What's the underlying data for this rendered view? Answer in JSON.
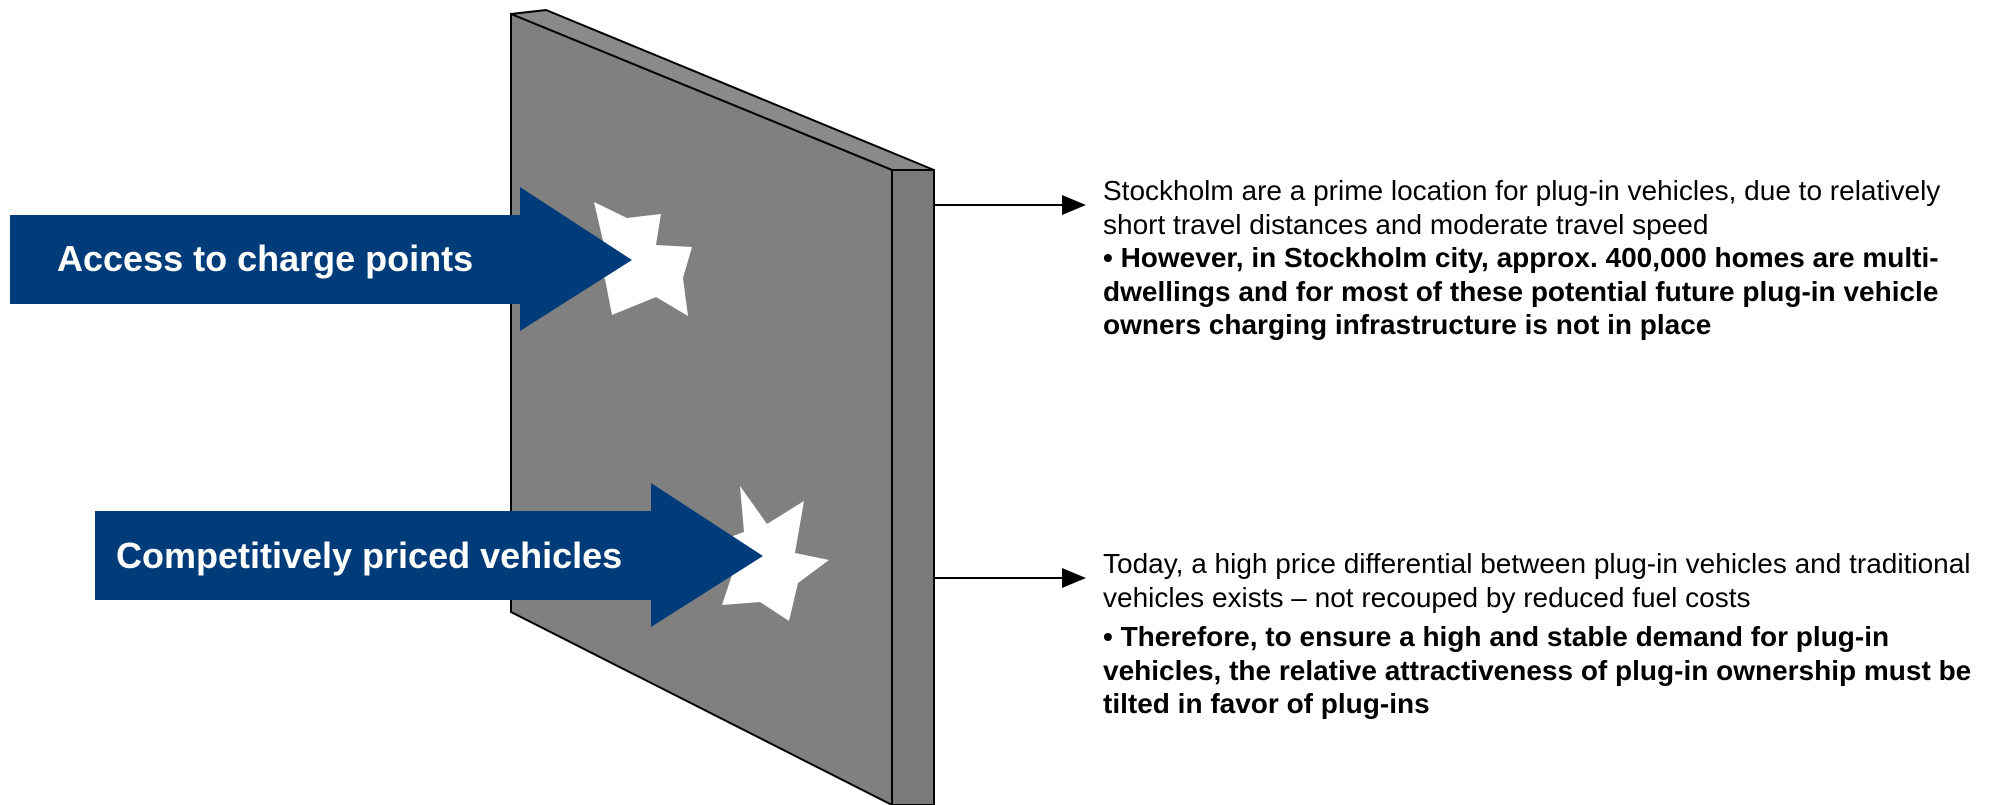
{
  "colors": {
    "wall_front": "#808080",
    "wall_side": "#7a7a7a",
    "wall_top": "#8a8a8a",
    "arrow_fill": "#003b7a",
    "star_fill": "#ffffff",
    "outline": "#000000",
    "text": "#000000"
  },
  "arrows": [
    {
      "label": "Access to charge points"
    },
    {
      "label": "Competitively priced vehicles"
    }
  ],
  "notes": [
    {
      "intro": "Stockholm are a prime location for plug-in vehicles, due to relatively short travel distances and moderate travel speed",
      "bullet": "• However, in Stockholm city, approx. 400,000 homes are multi-dwellings and for most of these potential future plug-in vehicle owners charging infrastructure is not in place"
    },
    {
      "intro": "Today, a high price differential between plug-in vehicles and traditional vehicles exists – not recouped by reduced fuel costs",
      "bullet": "• Therefore, to ensure a high and stable demand for plug-in vehicles, the relative attractiveness of plug-in ownership must be tilted in favor of plug-ins"
    }
  ]
}
